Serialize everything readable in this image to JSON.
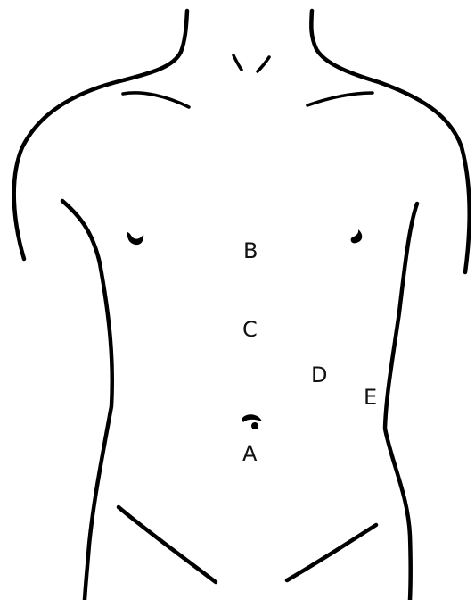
{
  "diagram": {
    "markers": [
      {
        "id": "A",
        "label": "A"
      },
      {
        "id": "B",
        "label": "B"
      },
      {
        "id": "C",
        "label": "C"
      },
      {
        "id": "D",
        "label": "D"
      },
      {
        "id": "E",
        "label": "E"
      }
    ]
  }
}
